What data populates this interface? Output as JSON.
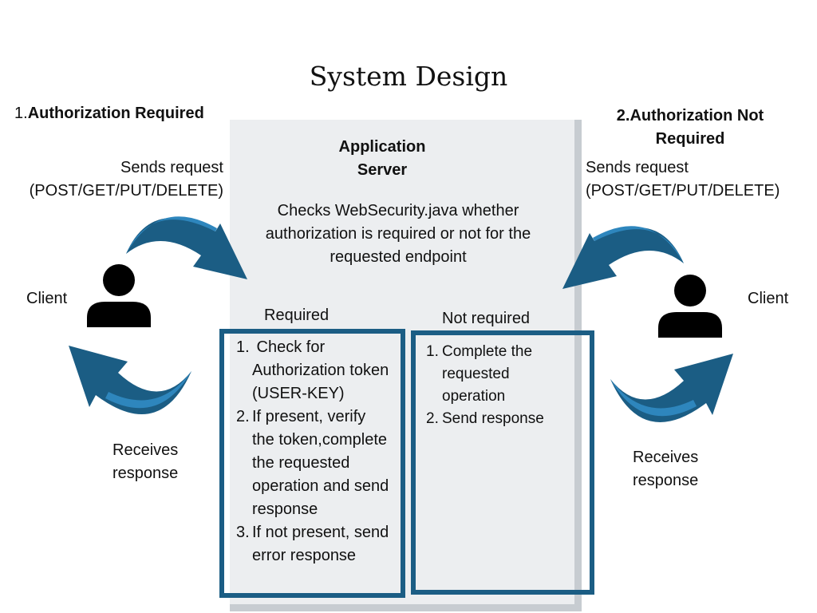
{
  "title": "System Design",
  "left": {
    "heading_num": "1.",
    "heading": "Authorization Required",
    "sends_line1": "Sends request",
    "sends_line2": "(POST/GET/PUT/DELETE)",
    "client": "Client",
    "receives_line1": "Receives",
    "receives_line2": "response"
  },
  "right": {
    "heading_line1": "2.Authorization Not",
    "heading_line2": "Required",
    "sends_line1": "Sends request",
    "sends_line2": "(POST/GET/PUT/DELETE)",
    "client": "Client",
    "receives_line1": "Receives",
    "receives_line2": "response"
  },
  "server": {
    "title_line1": "Application",
    "title_line2": "Server",
    "desc_line1": "Checks WebSecurity.java  whether",
    "desc_line2": "authorization is required or not for the",
    "desc_line3": "requested endpoint"
  },
  "required": {
    "label": "Required",
    "steps": [
      {
        "n": "1.",
        "lines": [
          " Check for",
          "Authorization token",
          "(USER-KEY)"
        ]
      },
      {
        "n": "2.",
        "lines": [
          "If present, verify",
          "the token,complete",
          "the requested",
          "operation and send",
          "response"
        ]
      },
      {
        "n": "3.",
        "lines": [
          "If not present, send",
          "error response"
        ]
      }
    ]
  },
  "not_required": {
    "label": "Not  required",
    "steps": [
      {
        "n": "1.",
        "lines": [
          "Complete the",
          "requested",
          "operation"
        ]
      },
      {
        "n": "2.",
        "lines": [
          "Send response"
        ]
      }
    ]
  },
  "colors": {
    "arrow_dark": "#1b5d84",
    "arrow_light": "#2e86bd",
    "panel": "#eceef0",
    "panel_shadow": "#c7ccd1",
    "box_border": "#1b5d84"
  }
}
